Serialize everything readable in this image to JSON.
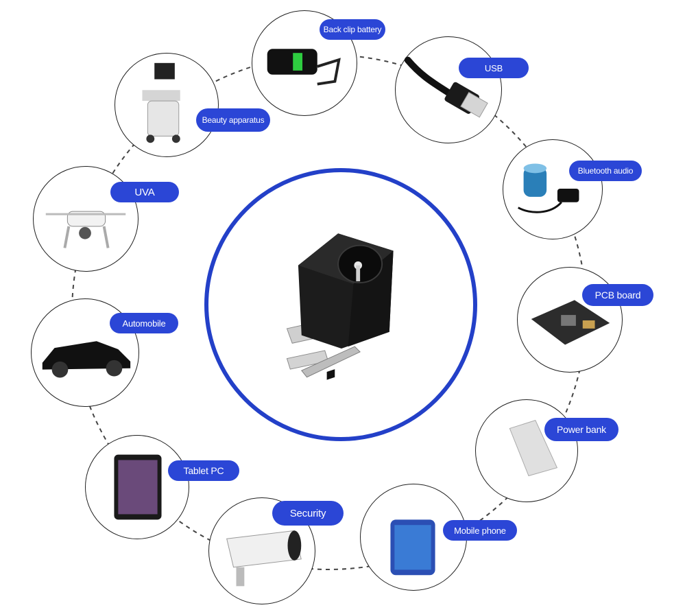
{
  "labels": {
    "back_clip_battery": "Back clip battery",
    "usb": "USB",
    "beauty_apparatus": "Beauty apparatus",
    "bluetooth_audio": "Bluetooth audio",
    "uva": "UVA",
    "pcb_board": "PCB board",
    "automobile": "Automobile",
    "power_bank": "Power bank",
    "tablet_pc": "Tablet PC",
    "security": "Security",
    "mobile_phone": "Mobile phone"
  },
  "colors": {
    "label_blue": "#2b46d6",
    "ring_blue": "#2340c8",
    "connector_black": "#1a1a1a",
    "pin_silver": "#c9c9c9"
  }
}
